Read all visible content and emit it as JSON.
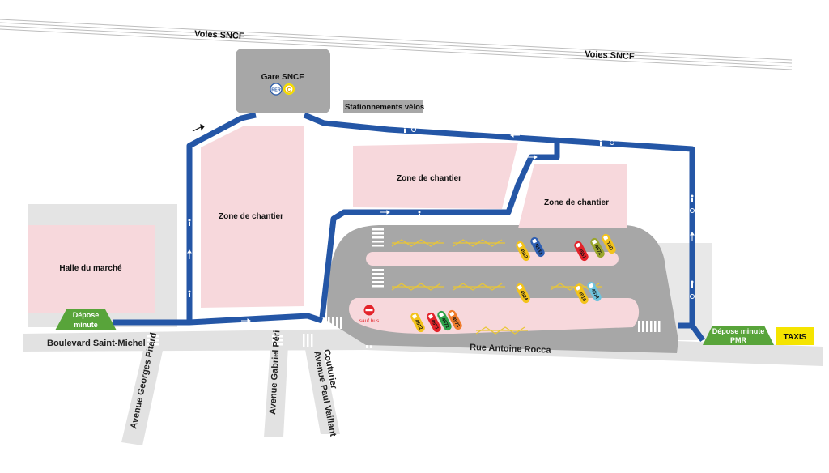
{
  "labels": {
    "railway_left": "Voies SNCF",
    "railway_right": "Voies SNCF",
    "station": "Gare SNCF",
    "rer_badge": "RER",
    "line_badge": "C",
    "bike_parking": "Stationnements vélos",
    "worksite": "Zone de chantier",
    "market": "Halle du marché",
    "drop_off": [
      "Dépose",
      "minute"
    ],
    "drop_off_pmr": [
      "Dépose minute",
      "PMR"
    ],
    "taxis": "TAXIS",
    "no_entry": "sauf bus",
    "streets": {
      "saint_michel": "Boulevard Saint-Michel",
      "rocca": "Rue Antoine Rocca",
      "pitard": "Avenue Georges Pitard",
      "peri": "Avenue Gabriel Péri",
      "vaillant": [
        "Avenue Paul Vaillant",
        "Couturier"
      ]
    }
  },
  "colors": {
    "path": "#2456a6",
    "worksite": "#f7d8dc",
    "road": "#e2e2e2",
    "bus_station": "#a7a7a7",
    "drop_off": "#58a43a",
    "taxis": "#f5e400",
    "no_entry": "#e3232a",
    "bay_markings": "#e9c637"
  },
  "bus_stops": [
    {
      "line": "4512",
      "color": "#f3c31b"
    },
    {
      "line": "N131",
      "color": "#2f5fb2"
    },
    {
      "line": "4551",
      "color": "#e3232a"
    },
    {
      "line": "4572",
      "color": "#9aa52c"
    },
    {
      "line": "TàD",
      "color": "#f3c31b"
    },
    {
      "line": "4524",
      "color": "#f3c31b"
    },
    {
      "line": "4510",
      "color": "#f3c31b"
    },
    {
      "line": "4514",
      "color": "#6fc3de"
    },
    {
      "line": "4512",
      "color": "#f3c31b"
    },
    {
      "line": "4571",
      "color": "#e3232a"
    },
    {
      "line": "4572",
      "color": "#2ea24b"
    },
    {
      "line": "4573",
      "color": "#ef7c2c"
    }
  ]
}
